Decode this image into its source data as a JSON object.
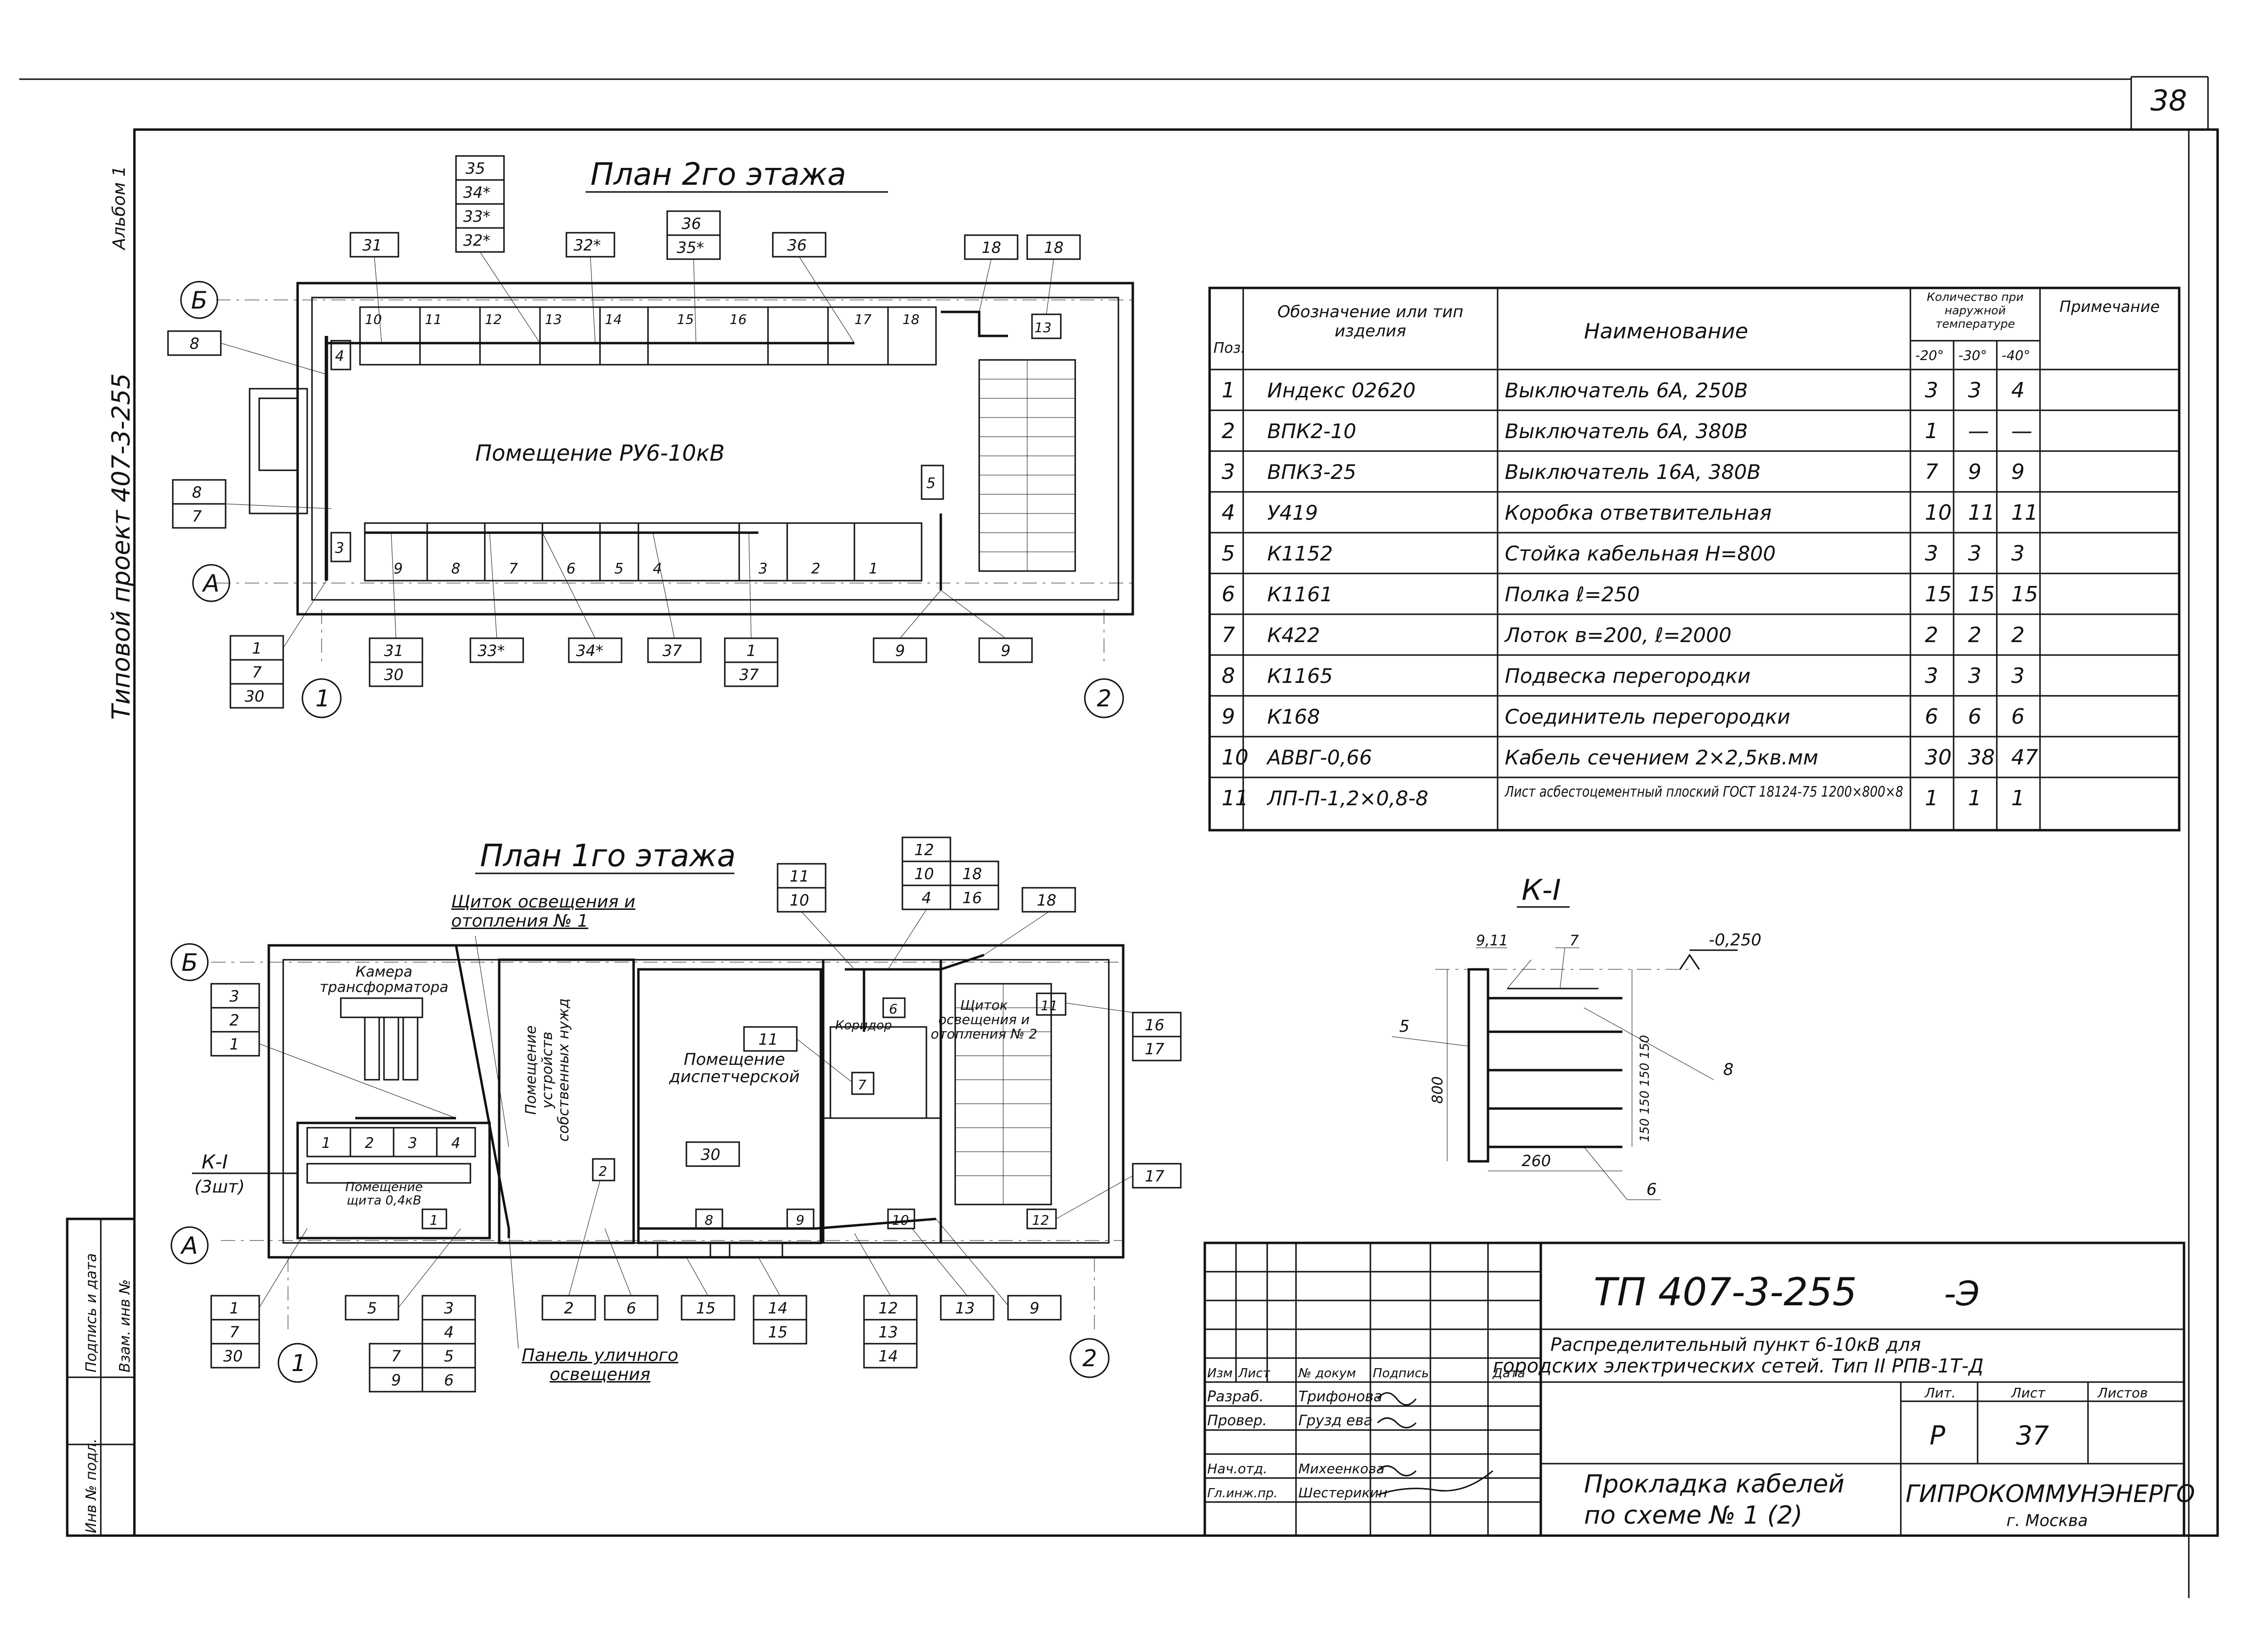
{
  "sheet_number": "38",
  "side_label": "Типовой проект 407-3-255",
  "side_small": "Альбом 1",
  "left_stamp": [
    "Инв № подл.",
    "Подпись и дата",
    "Взам. инв №"
  ],
  "plan2": {
    "title": "План 2го этажа",
    "room": "Помещение РУ6-10кВ",
    "axes": {
      "a": "А",
      "b": "Б",
      "one": "1",
      "two": "2"
    },
    "cells_top": [
      "10",
      "11",
      "12",
      "13",
      "14",
      "15",
      "16",
      "17",
      "18"
    ],
    "cells_bottom": [
      "9",
      "8",
      "7",
      "6",
      "5",
      "4",
      "3",
      "2",
      "1"
    ],
    "callouts": {
      "c35": "35",
      "c34": "34*",
      "c33": "33*",
      "c32": "32*",
      "c31": "31",
      "c32s": "32*",
      "c36a": "36",
      "c35b": "35*",
      "c36": "36",
      "c18a": "18",
      "c18b": "18",
      "c8a": "8",
      "c8b": "8",
      "c7b": "7",
      "l1": "1",
      "l7": "7",
      "l30": "30",
      "l31": "31",
      "l30b": "30",
      "l33": "33*",
      "l34": "34*",
      "l37": "37",
      "l1b": "1",
      "l37b": "37",
      "l9": "9",
      "l9b": "9",
      "b4": "4",
      "b5": "5",
      "b3": "3",
      "b13": "13"
    }
  },
  "plan1": {
    "title": "План 1го этажа",
    "label_shitok1": "Щиток освещения и отопления № 1",
    "room_kamera": "Камера трансформатора",
    "room_own": "Помещение устройств собственных нужд",
    "room_disp": "Помещение диспетчерской",
    "room_korridor": "Коридор",
    "room_shitok2": "Щиток освещения и отопления № 2",
    "room_shit04": "Помещение щита 0,4кВ",
    "ki_label": "К-I",
    "ki_count": "(3шт)",
    "panel_label": "Панель уличного освещения",
    "axes": {
      "a": "А",
      "b": "Б",
      "one": "1",
      "two": "2"
    },
    "shit_cells": [
      "1",
      "2",
      "3",
      "4"
    ],
    "callouts": {
      "t12": "12",
      "t10": "10",
      "t18": "18",
      "t4": "4",
      "t16": "16",
      "t11": "11",
      "t10b": "10",
      "t18b": "18",
      "r16": "16",
      "r17": "17",
      "r17b": "17",
      "k3": "3",
      "k2": "2",
      "k1": "1",
      "m11": "11",
      "m30": "30",
      "m6": "6",
      "m7": "7",
      "m2": "2",
      "m11b": "11",
      "m1": "1",
      "m8": "8",
      "m9": "9",
      "m10": "10",
      "m12": "12",
      "b1": "1",
      "b7": "7",
      "b30": "30",
      "b5": "5",
      "b3": "3",
      "b4": "4",
      "b7b": "7",
      "b5b": "5",
      "b9": "9",
      "b6": "6",
      "b2": "2",
      "b6b": "6",
      "b15": "15",
      "b14": "14",
      "b15b": "15",
      "b12": "12",
      "b13": "13",
      "b14b": "14",
      "b13b": "13",
      "b9b": "9"
    }
  },
  "spec_table": {
    "headers": {
      "pos": "Поз.",
      "code": "Обозначение или тип изделия",
      "name": "Наименование",
      "qty": "Количество при наружной температуре",
      "t20": "-20°",
      "t30": "-30°",
      "t40": "-40°",
      "note": "Примечание"
    },
    "rows": [
      {
        "pos": "1",
        "code": "Индекс 02620",
        "name": "Выключатель 6А, 250В",
        "q20": "3",
        "q30": "3",
        "q40": "4",
        "note": ""
      },
      {
        "pos": "2",
        "code": "ВПК2-10",
        "name": "Выключатель 6А, 380В",
        "q20": "1",
        "q30": "—",
        "q40": "—",
        "note": ""
      },
      {
        "pos": "3",
        "code": "ВПК3-25",
        "name": "Выключатель 16А, 380В",
        "q20": "7",
        "q30": "9",
        "q40": "9",
        "note": ""
      },
      {
        "pos": "4",
        "code": "У419",
        "name": "Коробка ответвительная",
        "q20": "10",
        "q30": "11",
        "q40": "11",
        "note": ""
      },
      {
        "pos": "5",
        "code": "К1152",
        "name": "Стойка кабельная Н=800",
        "q20": "3",
        "q30": "3",
        "q40": "3",
        "note": ""
      },
      {
        "pos": "6",
        "code": "К1161",
        "name": "Полка ℓ=250",
        "q20": "15",
        "q30": "15",
        "q40": "15",
        "note": ""
      },
      {
        "pos": "7",
        "code": "К422",
        "name": "Лоток в=200, ℓ=2000",
        "q20": "2",
        "q30": "2",
        "q40": "2",
        "note": ""
      },
      {
        "pos": "8",
        "code": "К1165",
        "name": "Подвеска перегородки",
        "q20": "3",
        "q30": "3",
        "q40": "3",
        "note": ""
      },
      {
        "pos": "9",
        "code": "К168",
        "name": "Соединитель перегородки",
        "q20": "6",
        "q30": "6",
        "q40": "6",
        "note": ""
      },
      {
        "pos": "10",
        "code": "АВВГ-0,66",
        "name": "Кабель сечением 2×2,5кв.мм",
        "q20": "30",
        "q30": "38",
        "q40": "47",
        "note": ""
      },
      {
        "pos": "11",
        "code": "ЛП-П-1,2×0,8-8",
        "name": "Лист асбестоцементный плоский ГОСТ 18124-75 1200×800×8",
        "q20": "1",
        "q30": "1",
        "q40": "1",
        "note": ""
      }
    ]
  },
  "section": {
    "title": "К-I",
    "level": "-0,250",
    "h800": "800",
    "w260": "260",
    "dims": "150 150 150 150",
    "p911": "9,11",
    "p7": "7",
    "p5": "5",
    "p8": "8",
    "p6": "6"
  },
  "title_block": {
    "code": "ТП 407-3-255",
    "suffix": "-Э",
    "desc_line1": "Распределительный пункт 6-10кВ для",
    "desc_line2": "городских электрических сетей. Тип II РПВ-1Т-Д",
    "cols": [
      "Изм",
      "Лист",
      "№ докум",
      "Подпись",
      "Дата"
    ],
    "roles": [
      {
        "role": "Разраб.",
        "name": "Трифонова"
      },
      {
        "role": "Провер.",
        "name": "Грузд ева"
      },
      {
        "role": "Нач.отд.",
        "name": "Михеенкова"
      },
      {
        "role": "Гл.инж.пр.",
        "name": "Шестерикин"
      }
    ],
    "stage_h": "Лит.",
    "sheet_h": "Лист",
    "sheets_h": "Листов",
    "stage": "Р",
    "sheet": "37",
    "drawing_title_1": "Прокладка кабелей",
    "drawing_title_2": "по схеме № 1 (2)",
    "org": "ГИПРОКОММУНЭНЕРГО",
    "city": "г. Москва"
  }
}
